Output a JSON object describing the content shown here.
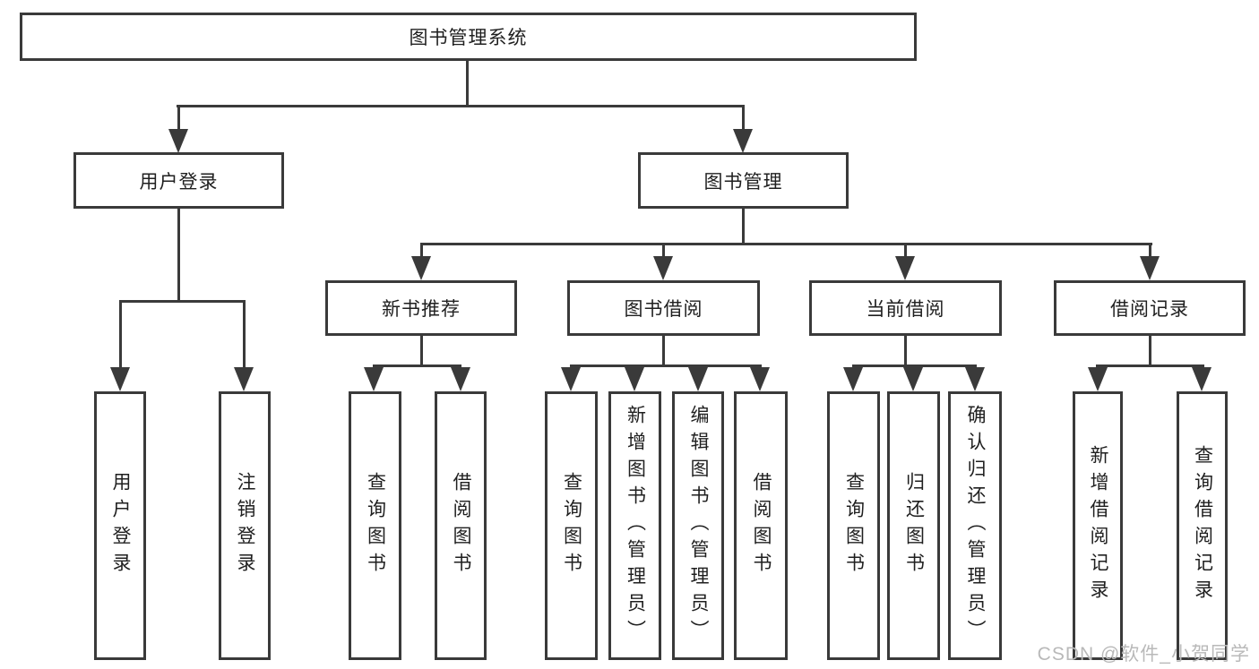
{
  "title": {
    "label": "图书管理系统"
  },
  "level2": [
    {
      "label": "用户登录"
    },
    {
      "label": "图书管理"
    }
  ],
  "level3": [
    {
      "label": "新书推荐"
    },
    {
      "label": "图书借阅"
    },
    {
      "label": "当前借阅"
    },
    {
      "label": "借阅记录"
    }
  ],
  "leaves": [
    {
      "group": "用户登录",
      "label": "用户登录"
    },
    {
      "group": "用户登录",
      "label": "注销登录"
    },
    {
      "group": "新书推荐",
      "label": "查询图书"
    },
    {
      "group": "新书推荐",
      "label": "借阅图书"
    },
    {
      "group": "图书借阅",
      "label": "查询图书"
    },
    {
      "group": "图书借阅",
      "label": "新增图书（管理员）"
    },
    {
      "group": "图书借阅",
      "label": "编辑图书（管理员）"
    },
    {
      "group": "图书借阅",
      "label": "借阅图书"
    },
    {
      "group": "当前借阅",
      "label": "查询图书"
    },
    {
      "group": "当前借阅",
      "label": "归还图书"
    },
    {
      "group": "当前借阅",
      "label": "确认归还（管理员）"
    },
    {
      "group": "借阅记录",
      "label": "新增借阅记录"
    },
    {
      "group": "借阅记录",
      "label": "查询借阅记录"
    }
  ],
  "watermark": {
    "label": "CSDN @软件_小贺同学"
  },
  "colors": {
    "line": "#3a3a3a",
    "text": "#1f1f1f",
    "watermark": "#b9b9b9",
    "background": "#ffffff"
  }
}
